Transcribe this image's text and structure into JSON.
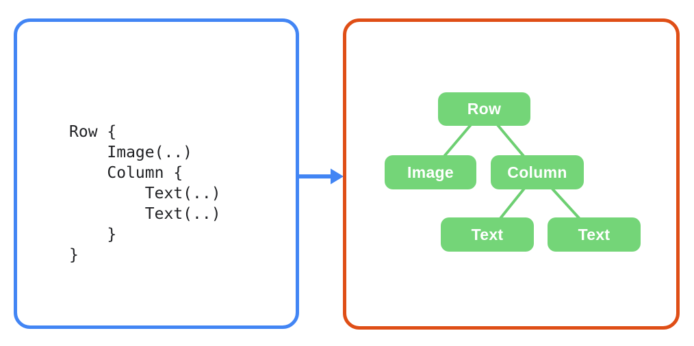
{
  "code_panel": {
    "border_color": "#4285F4",
    "code": "Row {\n    Image(..)\n    Column {\n        Text(..)\n        Text(..)\n    }\n}"
  },
  "arrow": {
    "color": "#4285F4",
    "direction": "right"
  },
  "tree_panel": {
    "border_color": "#DF4E16",
    "node_fill_color": "#74D578",
    "node_text_color": "#FFFFFF",
    "connector_color": "#6DCF72",
    "nodes": [
      {
        "id": "row",
        "label": "Row"
      },
      {
        "id": "image",
        "label": "Image"
      },
      {
        "id": "column",
        "label": "Column"
      },
      {
        "id": "text-1",
        "label": "Text"
      },
      {
        "id": "text-2",
        "label": "Text"
      }
    ],
    "edges": [
      {
        "from": "row",
        "to": "image"
      },
      {
        "from": "row",
        "to": "column"
      },
      {
        "from": "column",
        "to": "text-1"
      },
      {
        "from": "column",
        "to": "text-2"
      }
    ]
  }
}
